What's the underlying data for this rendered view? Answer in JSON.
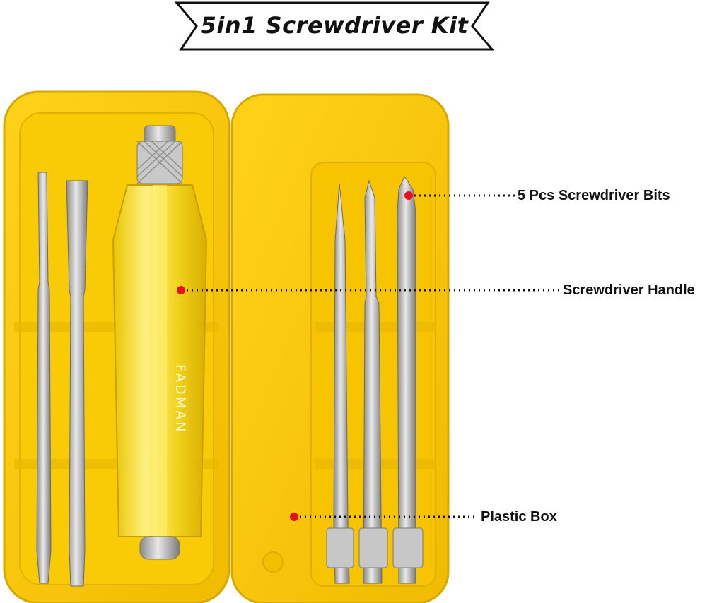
{
  "banner": {
    "title": "5in1 Screwdriver Kit"
  },
  "callouts": {
    "bits": "5 Pcs Screwdriver Bits",
    "handle": "Screwdriver Handle",
    "box": "Plastic Box"
  },
  "handle_brand": "FADMAN",
  "colors": {
    "box_yellow": "#f7c600",
    "box_shadow": "#d9a800",
    "steel": "#b8b8b8",
    "marker_red": "#e8101a",
    "banner_outline": "#111111"
  }
}
